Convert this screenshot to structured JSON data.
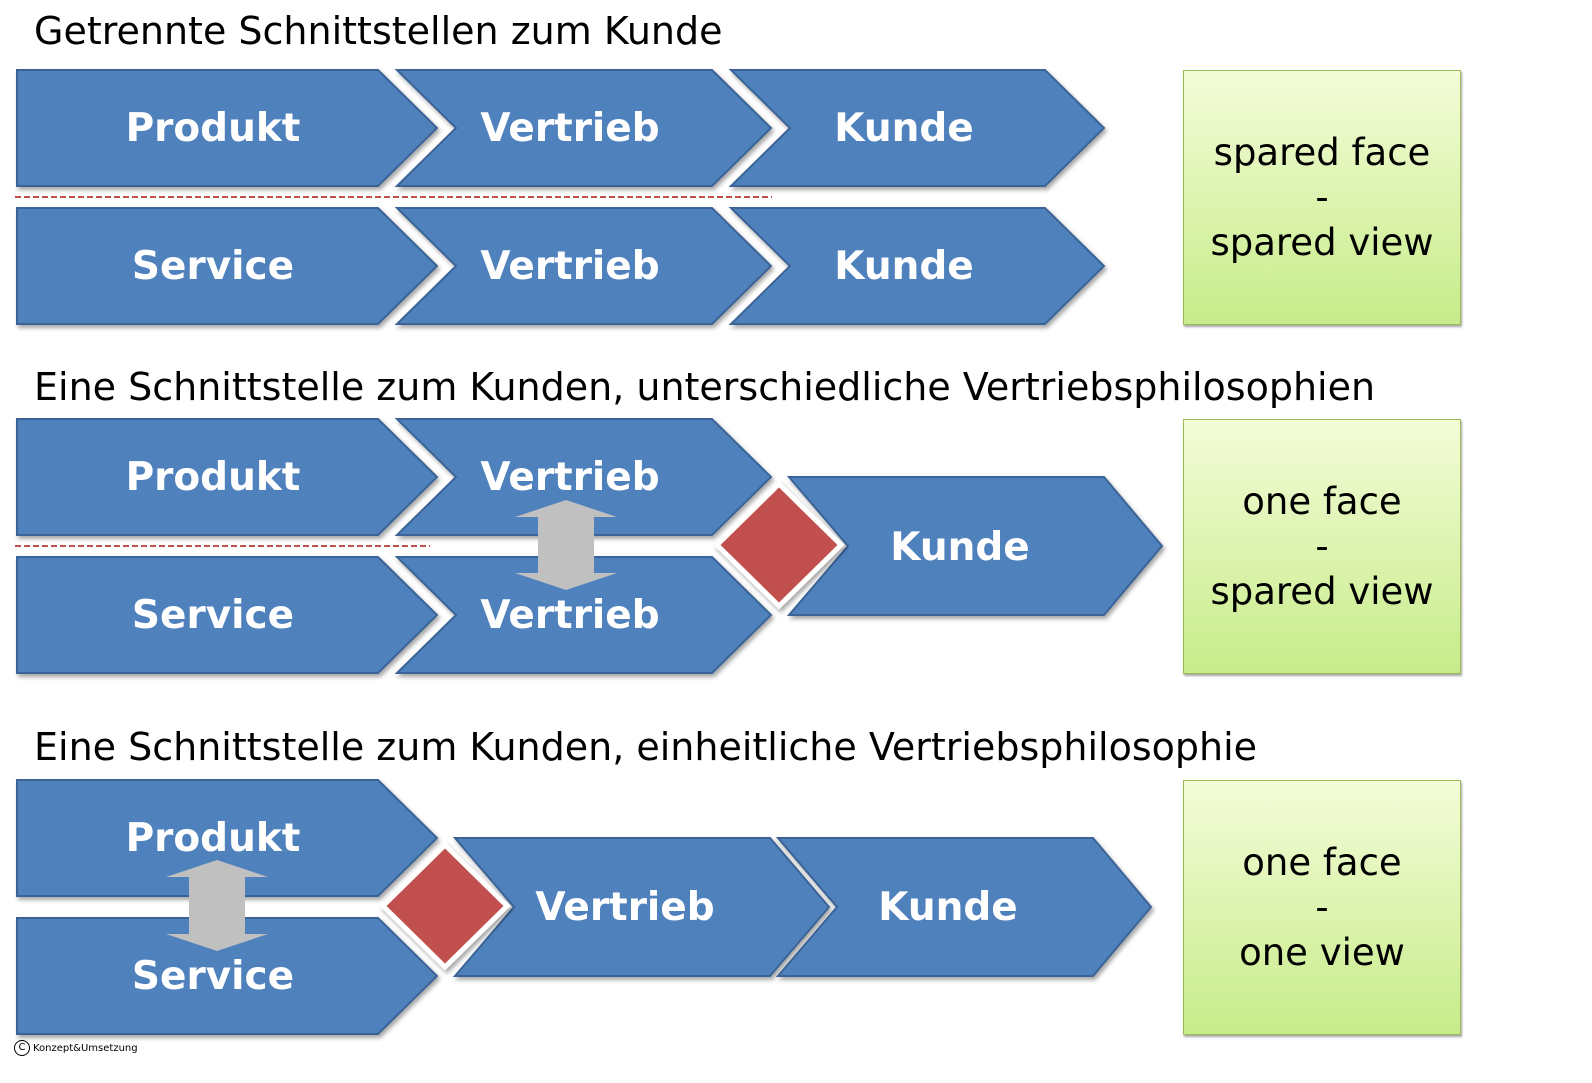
{
  "section1": {
    "title": "Getrennte Schnittstellen zum Kunde",
    "row1": [
      "Produkt",
      "Vertrieb",
      "Kunde"
    ],
    "row2": [
      "Service",
      "Vertrieb",
      "Kunde"
    ],
    "box": {
      "line1": "spared face",
      "sep": "-",
      "line2": "spared view"
    }
  },
  "section2": {
    "title": "Eine Schnittstelle zum Kunden, unterschiedliche Vertriebsphilosophien",
    "row1": [
      "Produkt",
      "Vertrieb"
    ],
    "row2": [
      "Service",
      "Vertrieb"
    ],
    "right": "Kunde",
    "box": {
      "line1": "one face",
      "sep": "-",
      "line2": "spared view"
    }
  },
  "section3": {
    "title": "Eine Schnittstelle zum Kunden, einheitliche Vertriebsphilosophie",
    "left": [
      "Produkt",
      "Service"
    ],
    "right": [
      "Vertrieb",
      "Kunde"
    ],
    "box": {
      "line1": "one face",
      "sep": "-",
      "line2": "one view"
    }
  },
  "footer": {
    "symbol": "C",
    "text": "Konzept&Umsetzung"
  },
  "colors": {
    "chevron": "#4f81bd",
    "diamond": "#c0504d",
    "arrow": "#c0c0c0",
    "box": "#d7f0a8",
    "dash": "#c0504d"
  }
}
